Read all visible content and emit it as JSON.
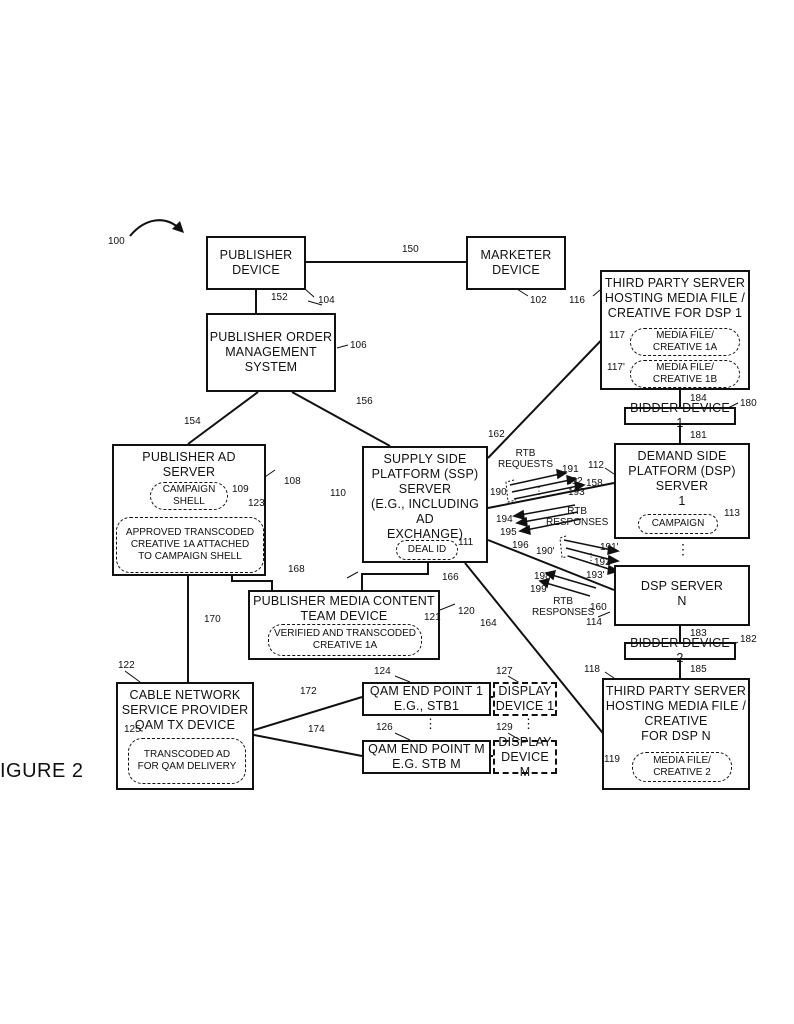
{
  "figure_label": "IGURE 2",
  "boxes": {
    "publisher_device": "PUBLISHER\nDEVICE",
    "marketer_device": "MARKETER\nDEVICE",
    "third_party_1": "THIRD PARTY SERVER\nHOSTING MEDIA FILE /\nCREATIVE  FOR DSP 1",
    "order_mgmt": "PUBLISHER ORDER\nMANAGEMENT\nSYSTEM",
    "bidder_1": "BIDDER DEVICE 1",
    "ad_server": "PUBLISHER AD\nSERVER",
    "ssp": "SUPPLY SIDE\nPLATFORM (SSP)\nSERVER\n(E.G., INCLUDING AD\nEXCHANGE)",
    "dsp1": "DEMAND SIDE\nPLATFORM (DSP)\nSERVER\n1",
    "dspn": "DSP SERVER\nN",
    "bidder_2": "BIDDER DEVICE 2",
    "media_team": "PUBLISHER MEDIA CONTENT\nTEAM DEVICE",
    "cable": "CABLE NETWORK\nSERVICE PROVIDER\nQAM TX DEVICE",
    "qam1": "QAM END POINT 1\nE.G., STB1",
    "qamm": "QAM END POINT M\nE.G. STB M",
    "display1": "DISPLAY\nDEVICE 1",
    "displaym": "DISPLAY\nDEVICE M",
    "third_party_n": "THIRD PARTY SERVER\nHOSTING MEDIA FILE /\nCREATIVE\nFOR DSP N"
  },
  "pills": {
    "media_1a": "MEDIA FILE/\nCREATIVE 1A",
    "media_1b": "MEDIA FILE/\nCREATIVE 1B",
    "campaign_shell": "CAMPAIGN\nSHELL",
    "approved": "APPROVED TRANSCODED\nCREATIVE 1A ATTACHED\nTO CAMPAIGN SHELL",
    "deal_id": "DEAL ID",
    "campaign": "CAMPAIGN",
    "verified": "VERIFIED AND TRANSCODED\nCREATIVE 1A",
    "transcoded": "TRANSCODED AD\nFOR QAM DELIVERY",
    "media_2": "MEDIA FILE/\nCREATIVE 2"
  },
  "refs": {
    "r100": "100",
    "r150": "150",
    "r152": "152",
    "r104": "104",
    "r102": "102",
    "r116": "116",
    "r117": "117",
    "r117p": "117'",
    "r106": "106",
    "r184": "184",
    "r180": "180",
    "r181": "181",
    "r154": "154",
    "r156": "156",
    "r162": "162",
    "r108": "108",
    "r109": "109",
    "r123": "123",
    "r110": "110",
    "r111": "111",
    "r112": "112",
    "r113": "113",
    "r158": "158",
    "r191": "191",
    "r192": "192",
    "r193": "193",
    "r190": "190",
    "r194": "194",
    "r195": "195",
    "r196": "196",
    "r190p": "190'",
    "r191p": "191'",
    "r192p": "192'",
    "r193p": "193'",
    "r198": "198",
    "r199": "199",
    "r160": "160",
    "r114": "114",
    "r183": "183",
    "r182": "182",
    "r185": "185",
    "r118": "118",
    "r119": "119",
    "r168": "168",
    "r166": "166",
    "r120": "120",
    "r121": "121",
    "r164": "164",
    "r170": "170",
    "r122": "122",
    "r124": "124",
    "r127": "127",
    "r172": "172",
    "r125": "125",
    "r174": "174",
    "r126": "126",
    "r129": "129"
  },
  "texts": {
    "rtb_requests": "RTB\nREQUESTS",
    "rtb_responses_1": "RTB\nRESPONSES",
    "rtb_responses_2": "RTB\nRESPONSES",
    "ellipsis_dsp": "⋮",
    "ellipsis_qam": "⋮",
    "ellipsis_disp": "⋮",
    "ellipsis_rtb1": "⋮",
    "ellipsis_rtb2": "⋮"
  }
}
